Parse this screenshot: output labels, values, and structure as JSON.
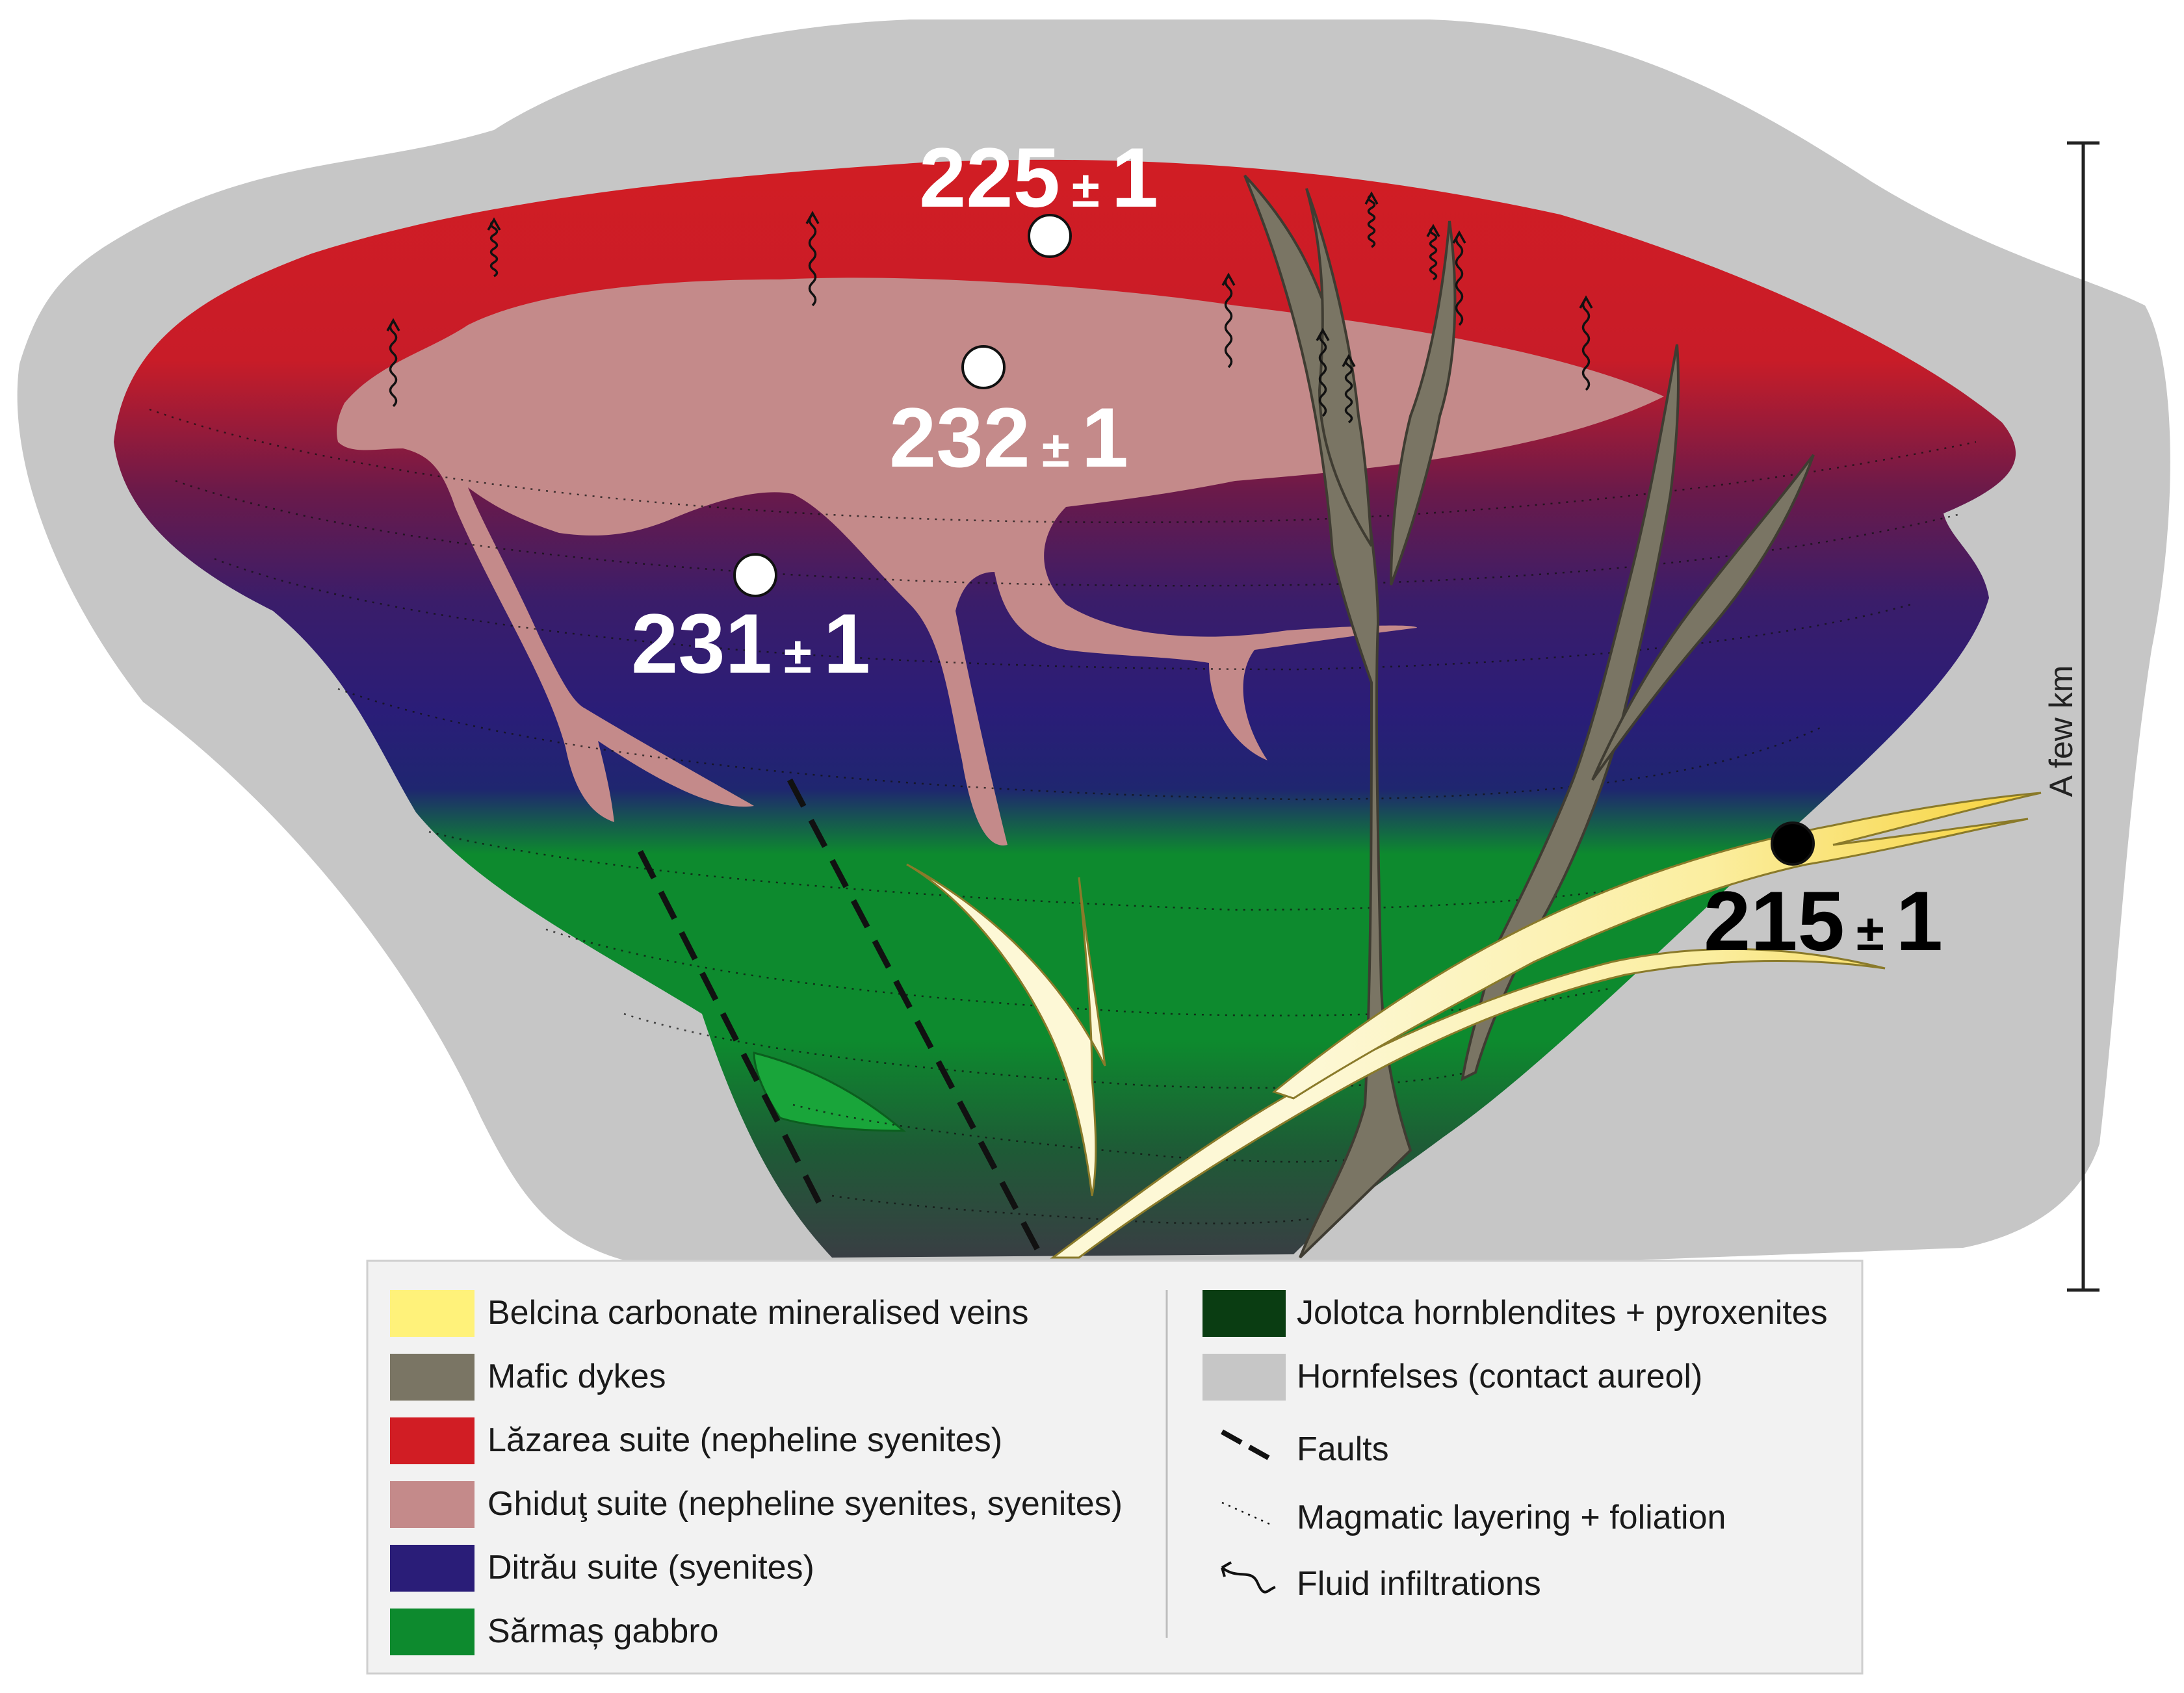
{
  "ages": [
    {
      "value": "225",
      "pm": "±",
      "err": "1",
      "dot": "white",
      "text_color": "#ffffff"
    },
    {
      "value": "232",
      "pm": "±",
      "err": "1",
      "dot": "white",
      "text_color": "#ffffff"
    },
    {
      "value": "231",
      "pm": "±",
      "err": "1",
      "dot": "white",
      "text_color": "#ffffff"
    },
    {
      "value": "215",
      "pm": "±",
      "err": "1",
      "dot": "black",
      "text_color": "#000000"
    }
  ],
  "scale_bar": {
    "label": "A few km"
  },
  "legend": {
    "left": [
      {
        "label": "Belcina carbonate mineralised veins",
        "color": "#fff27a"
      },
      {
        "label": "Mafic dykes",
        "color": "#7a7564"
      },
      {
        "label": "Lăzarea suite (nepheline syenites)",
        "color": "#d11d24"
      },
      {
        "label": "Ghiduţ suite (nepheline syenites, syenites)",
        "color": "#c48a8a"
      },
      {
        "label": "Ditrău suite (syenites)",
        "color": "#2a1d78"
      },
      {
        "label": "Sărmaș gabbro",
        "color": "#0d8a2e"
      }
    ],
    "right": [
      {
        "label": "Jolotca hornblendites + pyroxenites",
        "color": "#0a3d12",
        "symbol": "swatch"
      },
      {
        "label": "Hornfelses (contact aureol)",
        "color": "#c6c6c6",
        "symbol": "swatch"
      },
      {
        "label": "Faults",
        "symbol": "dashed"
      },
      {
        "label": "Magmatic layering + foliation",
        "symbol": "dotted"
      },
      {
        "label": "Fluid infiltrations",
        "symbol": "squiggle"
      }
    ]
  },
  "colors": {
    "hornfels": "#c6c6c6",
    "lazarea": "#d11d24",
    "ghidut": "#c48a8a",
    "ditrau": "#2a1d78",
    "sarmas": "#0d8a2e",
    "jolotca": "#3a3a3a",
    "mafic": "#7a7564",
    "veins_pale": "#fdf8d6",
    "veins_yellow": "#f7d23a"
  }
}
